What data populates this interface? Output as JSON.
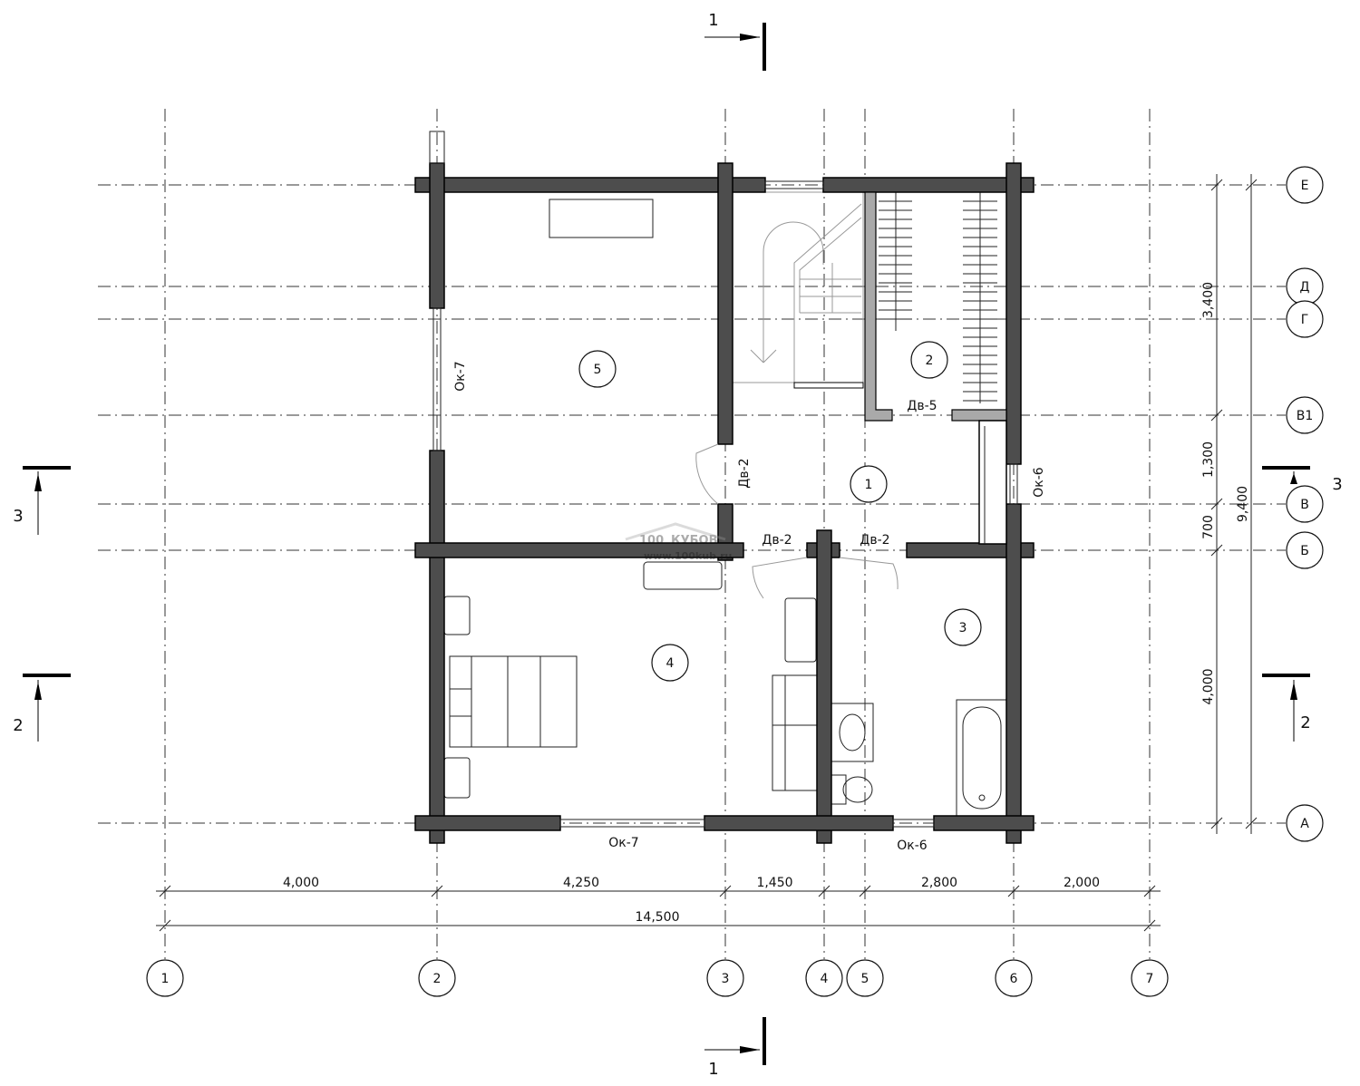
{
  "axes": {
    "columns": [
      "1",
      "2",
      "3",
      "4",
      "5",
      "6",
      "7"
    ],
    "rows": [
      "Е",
      "Д",
      "Г",
      "В1",
      "В",
      "Б",
      "А"
    ]
  },
  "dimensions": {
    "bottom": [
      "4,000",
      "4,250",
      "1,450",
      "2,800",
      "2,000"
    ],
    "bottom_total": "14,500",
    "right": [
      "3,400",
      "1,300",
      "700",
      "4,000"
    ],
    "right_total": "9,400"
  },
  "rooms": [
    "1",
    "2",
    "3",
    "4",
    "5"
  ],
  "openings": {
    "window_left": "Ок-7",
    "window_bottom_left": "Ок-7",
    "window_right": "Ок-6",
    "window_bottom_right": "Ок-6",
    "door_room5": "Дв-2",
    "door_room4": "Дв-2",
    "door_room3": "Дв-2",
    "door_wardrobe": "Дв-5"
  },
  "sections": {
    "top": "1",
    "bottom": "1",
    "left_upper": "3",
    "right_upper": "3",
    "left_lower": "2",
    "right_lower": "2"
  },
  "watermark": {
    "brand": "100 КУБОВ",
    "url": "www.100kub.ru"
  }
}
